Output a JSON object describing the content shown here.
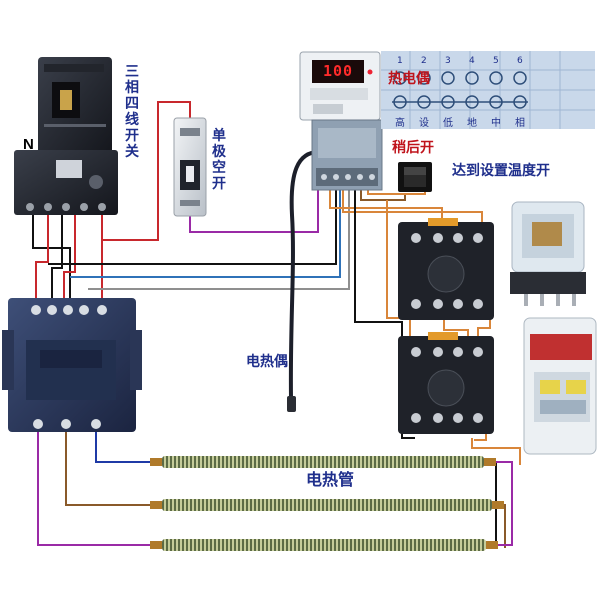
{
  "labels": {
    "three_phase_switch": "三相四线开关",
    "single_pole_switch": "单极空开",
    "thermocouple_strip": "热电偶",
    "delay_on": "稍后开",
    "reach_temp_on": "达到设置温度开",
    "thermocouple": "电热偶",
    "heating_tubes": "电热管",
    "neutral": "N"
  },
  "controller": {
    "display_value": "100"
  },
  "terminal_strip": {
    "numbers": [
      "1",
      "2",
      "3",
      "4",
      "5",
      "6"
    ],
    "bottom_labels": [
      "高",
      "设",
      "低",
      "地",
      "中",
      "相"
    ]
  },
  "colors": {
    "label_blue": "#1f2f8c",
    "label_red": "#c0141c",
    "wire_red": "#c8282d",
    "wire_black": "#111111",
    "wire_purple": "#9a2aa6",
    "wire_brown": "#8a5a2a",
    "wire_orange": "#d9863a",
    "wire_blue": "#2f72b8",
    "wire_gray": "#8f8f8f"
  }
}
